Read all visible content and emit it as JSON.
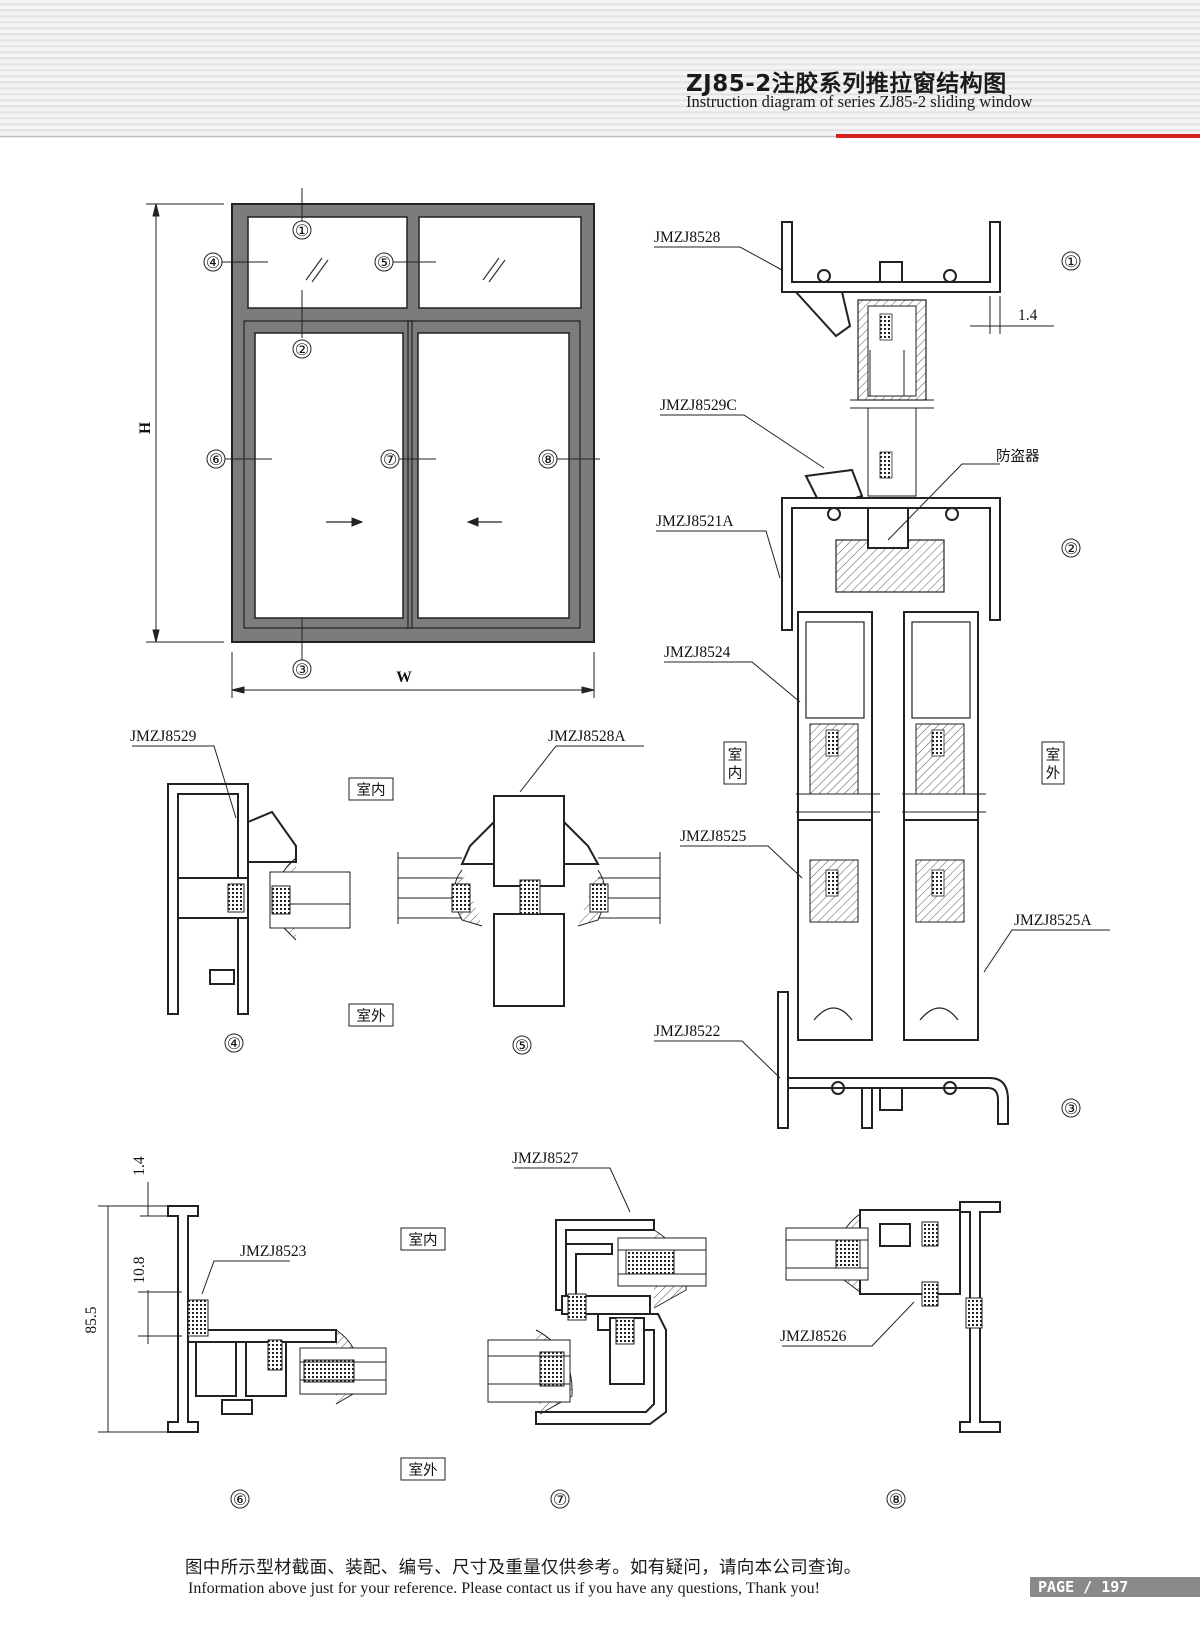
{
  "header": {
    "title_cn": "ZJ85-2注胶系列推拉窗结构图",
    "title_en": "Instruction diagram of series ZJ85-2 sliding window"
  },
  "elevation": {
    "height_label": "H",
    "width_label": "W",
    "markers": [
      "①",
      "②",
      "③",
      "④",
      "⑤",
      "⑥",
      "⑦",
      "⑧"
    ]
  },
  "profiles": {
    "p8528": "JMZJ8528",
    "p8529c": "JMZJ8529C",
    "p8521a": "JMZJ8521A",
    "p8524": "JMZJ8524",
    "p8525": "JMZJ8525",
    "p8525a": "JMZJ8525A",
    "p8522": "JMZJ8522",
    "p8529": "JMZJ8529",
    "p8528a": "JMZJ8528A",
    "p8523": "JMZJ8523",
    "p8527": "JMZJ8527",
    "p8526": "JMZJ8526"
  },
  "labels": {
    "anti_theft": "防盗器",
    "indoor": "室内",
    "outdoor": "室外",
    "indoor_v1": "室",
    "indoor_v2": "内",
    "outdoor_v1": "室",
    "outdoor_v2": "外"
  },
  "dimensions": {
    "wall_1": "1.4",
    "wall_2": "1.4",
    "lip": "10.8",
    "depth": "85.5"
  },
  "footer": {
    "note_cn": "图中所示型材截面、装配、编号、尺寸及重量仅供参考。如有疑问，请向本公司查询。",
    "note_en": "Information above just for your reference. Please contact us if you have any questions, Thank you!",
    "page": "PAGE / 197"
  }
}
